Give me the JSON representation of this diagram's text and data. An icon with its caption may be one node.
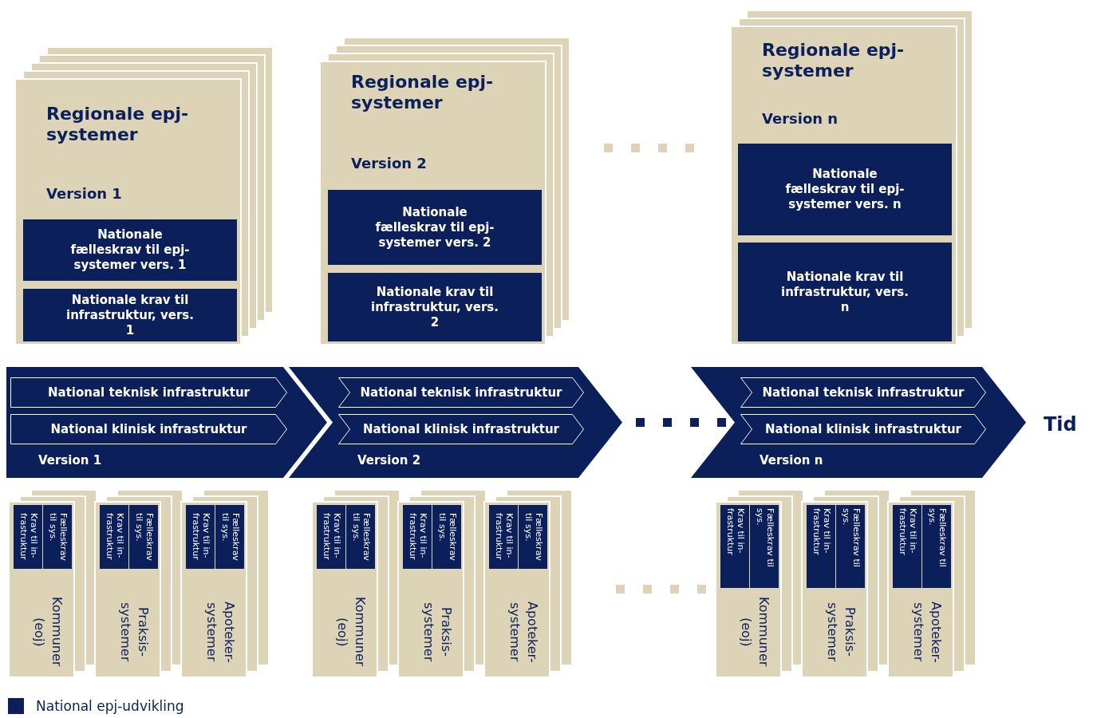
{
  "diagram": {
    "nodes": [
      {
        "text": [
          "Regionale epj-systemer",
          "Version 1"
        ]
      },
      {
        "text": [
          "Nationale fælleskrav til epj-systemer vers. 1"
        ],
        "in": 0
      },
      {
        "text": [
          "Nationale krav til infrastruktur, vers. 1"
        ],
        "in": 0
      },
      {
        "text": [
          "Regionale epj-systemer",
          "Version 2"
        ]
      },
      {
        "text": [
          "Nationale fælleskrav til epj-systemer vers. 2"
        ],
        "in": 3
      },
      {
        "text": [
          "Nationale krav til infrastruktur, vers. 2"
        ],
        "in": 3
      },
      {
        "text": [
          "Regionale epj-systemer",
          "Version n"
        ]
      },
      {
        "text": [
          "Nationale fælleskrav til epj-systemer vers. n"
        ],
        "in": 6
      },
      {
        "text": [
          "Nationale krav til infrastruktur, vers. n"
        ],
        "in": 6
      },
      {
        "text": [
          "Version 1"
        ]
      },
      {
        "text": [
          "National teknisk infrastruktur"
        ],
        "in": 9
      },
      {
        "text": [
          "National klinisk infrastruktur"
        ],
        "in": 9
      },
      {
        "text": [
          "Version 2"
        ]
      },
      {
        "text": [
          "National teknisk infrastruktur"
        ],
        "in": 12
      },
      {
        "text": [
          "National klinisk infrastruktur"
        ],
        "in": 12
      },
      {
        "text": [
          "Version n"
        ]
      },
      {
        "text": [
          "National teknisk infrastruktur"
        ],
        "in": 15
      },
      {
        "text": [
          "National klinisk infrastruktur"
        ],
        "in": 15
      },
      {
        "text": [
          "Kommuner (eoj)"
        ]
      },
      {
        "text": [
          "Krav til in-frastruktur"
        ],
        "in": 18
      },
      {
        "text": [
          "Fælleskrav til sys."
        ],
        "in": 18
      },
      {
        "text": [
          "Praksis-systemer"
        ]
      },
      {
        "text": [
          "Krav til in-frastruktur"
        ],
        "in": 21
      },
      {
        "text": [
          "Fælleskrav til sys."
        ],
        "in": 21
      },
      {
        "text": [
          "Apoteker-systemer"
        ]
      },
      {
        "text": [
          "Krav til in-frastruktur"
        ],
        "in": 24
      },
      {
        "text": [
          "Fælleskrav til sys."
        ],
        "in": 24
      },
      {
        "text": [
          "Kommuner (eoj)"
        ]
      },
      {
        "text": [
          "Krav til in-frastruktur"
        ],
        "in": 27
      },
      {
        "text": [
          "Fælleskrav til sys."
        ],
        "in": 27
      },
      {
        "text": [
          "Praksis-systemer"
        ]
      },
      {
        "text": [
          "Krav til in-frastruktur"
        ],
        "in": 30
      },
      {
        "text": [
          "Fælleskrav til sys."
        ],
        "in": 30
      },
      {
        "text": [
          "Apoteker-systemer"
        ]
      },
      {
        "text": [
          "Krav til in-frastruktur"
        ],
        "in": 33
      },
      {
        "text": [
          "Fælleskrav til sys."
        ],
        "in": 33
      },
      {
        "text": [
          "Kommuner (eoj)"
        ]
      },
      {
        "text": [
          "Krav til in-frastruktur"
        ],
        "in": 36
      },
      {
        "text": [
          "Fælleskrav til sys."
        ],
        "in": 36
      },
      {
        "text": [
          "Praksis-systemer"
        ]
      },
      {
        "text": [
          "Krav til in-frastruktur"
        ],
        "in": 39
      },
      {
        "text": [
          "Fælleskrav til sys."
        ],
        "in": 39
      },
      {
        "text": [
          "Apoteker-systemer"
        ]
      },
      {
        "text": [
          "Krav til in-frastruktur"
        ],
        "in": 42
      },
      {
        "text": [
          "Fælleskrav til sys."
        ],
        "in": 42
      }
    ],
    "labels": [
      "Tid"
    ],
    "legend": [
      {
        "text": "National epj-udvikling",
        "color": "#0b1f5b"
      }
    ]
  }
}
